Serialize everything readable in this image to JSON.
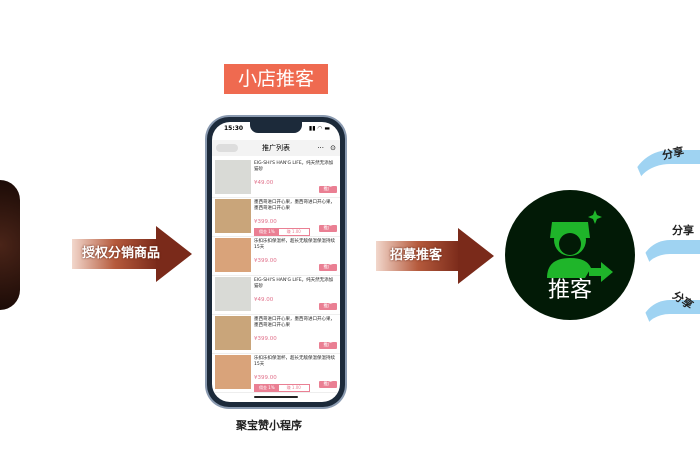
{
  "left_arrow": {
    "label": "授权分销商品"
  },
  "middle_arrow": {
    "label": "招募推客"
  },
  "tag": "小店推客",
  "phone": {
    "time": "15:30",
    "nav_title": "推广列表",
    "nav_more": "···",
    "nav_close": "⊙",
    "items": [
      {
        "title": "EIG-SHI'S HAN'G LIFE。纯天然无添加猫砂",
        "price": "¥49.00",
        "button": "推广",
        "thumb": "#d9dad6"
      },
      {
        "title": "墨西哥进口开心果，墨西哥进口开心果，墨西哥进口开心果",
        "price": "¥399.00",
        "button": "推广",
        "thumb": "#c9a57a",
        "commission": "佣金 1%",
        "earn": "赚 1.00"
      },
      {
        "title": "乐扣乐扣保温杯，超长无敌保温保温持续15天",
        "price": "¥399.00",
        "button": "推广",
        "thumb": "#d9a37a"
      },
      {
        "title": "EIG-SHI'S HAN'G LIFE。纯天然无添加猫砂",
        "price": "¥49.00",
        "button": "推广",
        "thumb": "#d9dad6"
      },
      {
        "title": "墨西哥进口开心果，墨西哥进口开心果，墨西哥进口开心果",
        "price": "¥399.00",
        "button": "推广",
        "thumb": "#c9a57a"
      },
      {
        "title": "乐扣乐扣保温杯，超长无敌保温保温持续15天",
        "price": "¥399.00",
        "button": "推广",
        "thumb": "#d9a37a",
        "commission": "佣金 1%",
        "earn": "赚 1.00"
      }
    ]
  },
  "caption": "聚宝赞小程序",
  "promoter": {
    "label": "推客",
    "icon": "promoter-user-icon",
    "color": "#1fb52a"
  },
  "shares": [
    "分享",
    "分享",
    "分享"
  ]
}
